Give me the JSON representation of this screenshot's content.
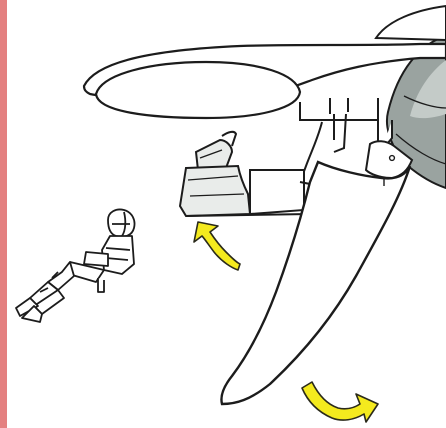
{
  "illustration": {
    "subject": "ejection-seat-sequence",
    "colors": {
      "paper": "#ffffff",
      "ink": "#1c1c1c",
      "margin_bar": "#e48080",
      "arrow_fill": "#f4ea1e",
      "arrow_outline": "#2a2a1a",
      "metal_gray": "#9aa3a0",
      "metal_gray_light": "#c4cbc8",
      "panel_gray": "#e9ecea"
    },
    "parts": [
      {
        "id": "wing",
        "icon": "wing-outline"
      },
      {
        "id": "canopy-bubble",
        "icon": "canopy-outline"
      },
      {
        "id": "seat-rail",
        "icon": "rail-outline"
      },
      {
        "id": "ejection-seat",
        "icon": "seat-outline"
      },
      {
        "id": "jettisoned-panel",
        "icon": "panel-outline"
      },
      {
        "id": "engine-nacelle",
        "icon": "nacelle-outline"
      },
      {
        "id": "pilot",
        "icon": "pilot-figure"
      },
      {
        "id": "arrow-seat-ejects",
        "icon": "curved-arrow-up"
      },
      {
        "id": "arrow-panel-falls",
        "icon": "curved-arrow-right"
      }
    ]
  }
}
